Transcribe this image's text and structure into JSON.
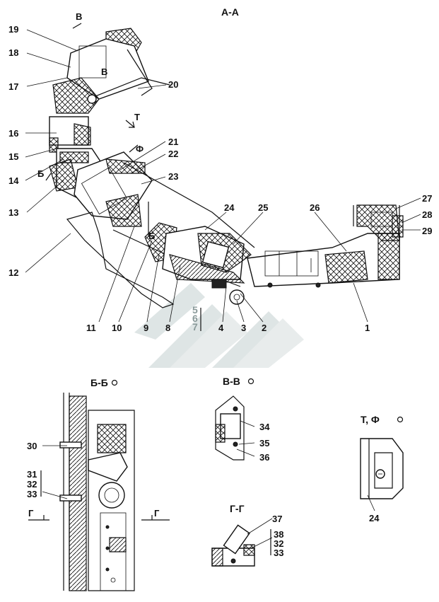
{
  "views": {
    "aa": "А-А",
    "bb": "Б-Б",
    "vv": "В-В",
    "tf": "Т, Ф",
    "gg": "Г-Г"
  },
  "markers": {
    "b": "Б",
    "v": "В",
    "t": "Т",
    "f": "Ф",
    "g": "Г"
  },
  "callouts": {
    "n1": "1",
    "n2": "2",
    "n3": "3",
    "n4": "4",
    "n5": "5",
    "n6": "6",
    "n7": "7",
    "n8": "8",
    "n9": "9",
    "n10": "10",
    "n11": "11",
    "n12": "12",
    "n13": "13",
    "n14": "14",
    "n15": "15",
    "n16": "16",
    "n17": "17",
    "n18": "18",
    "n19": "19",
    "n20": "20",
    "n21": "21",
    "n22": "22",
    "n23": "23",
    "n24": "24",
    "n25": "25",
    "n26": "26",
    "n27": "27",
    "n28": "28",
    "n29": "29",
    "n30": "30",
    "n31": "31",
    "n32": "32",
    "n33": "33",
    "n34": "34",
    "n35": "35",
    "n36": "36",
    "n37": "37",
    "n38": "38"
  },
  "colors": {
    "line": "#111111",
    "watermark": "#c4d0d0"
  }
}
